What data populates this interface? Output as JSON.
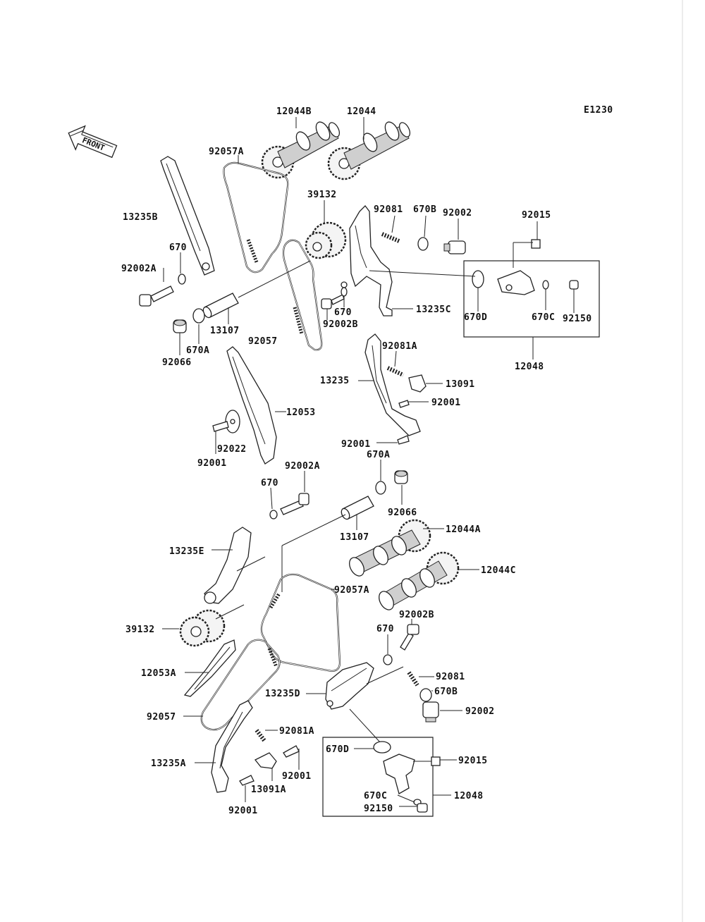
{
  "diagram_code": "E1230",
  "front_label": "FRONT",
  "labels": {
    "p12044B": "12044B",
    "p12044": "12044",
    "p92057A_top": "92057A",
    "p13235B": "13235B",
    "p39132_top": "39132",
    "p92081": "92081",
    "p670B": "670B",
    "p92002": "92002",
    "p92015_top": "92015",
    "p670_top": "670",
    "p92002A_top": "92002A",
    "p670_mid": "670",
    "p92002B_top": "92002B",
    "p13235C": "13235C",
    "p670D_top": "670D",
    "p670C_top": "670C",
    "p92150_top": "92150",
    "p13107_top": "13107",
    "p92057_top": "92057",
    "p670A_top": "670A",
    "p92066_top": "92066",
    "p12048_top": "12048",
    "p92081A_top": "92081A",
    "p13235": "13235",
    "p13091": "13091",
    "p92001_a": "92001",
    "p12053": "12053",
    "p92022": "92022",
    "p92001_b": "92001",
    "p92001_c": "92001",
    "p670A_mid": "670A",
    "p92002A_mid": "92002A",
    "p670_low": "670",
    "p92066_mid": "92066",
    "p12044A": "12044A",
    "p13107_low": "13107",
    "p13235E": "13235E",
    "p12044C": "12044C",
    "p92057A_low": "92057A",
    "p92002B_low": "92002B",
    "p39132_low": "39132",
    "p670_bot": "670",
    "p12053A": "12053A",
    "p92081_low": "92081",
    "p13235D": "13235D",
    "p670B_low": "670B",
    "p92002_low": "92002",
    "p92057_low": "92057",
    "p92081A_low": "92081A",
    "p670D_low": "670D",
    "p92015_low": "92015",
    "p13235A": "13235A",
    "p92001_d": "92001",
    "p13091A": "13091A",
    "p670C_low": "670C",
    "p12048_low": "12048",
    "p92150_low": "92150",
    "p92001_e": "92001"
  }
}
